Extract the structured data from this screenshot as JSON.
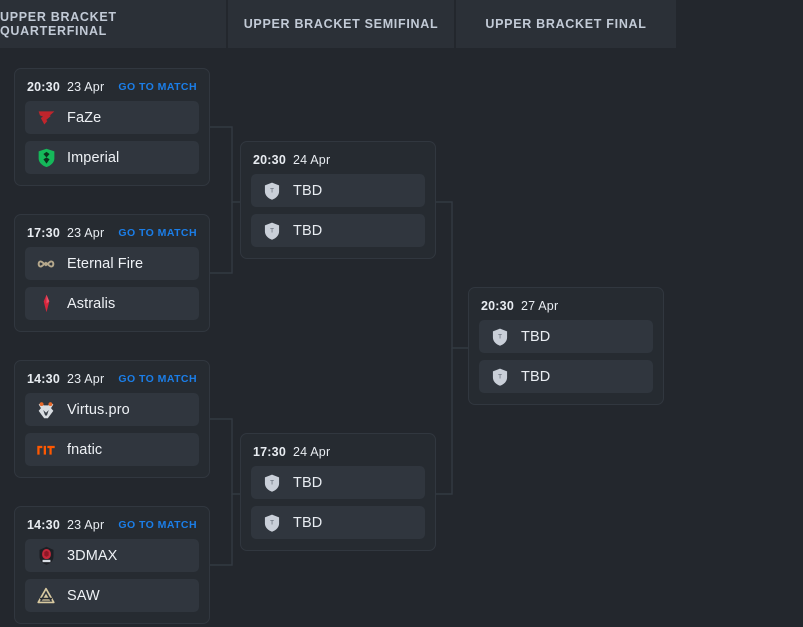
{
  "header": {
    "tabs": [
      {
        "label": "UPPER BRACKET QUARTERFINAL",
        "name": "tab-upper-bracket-quarterfinal"
      },
      {
        "label": "UPPER BRACKET SEMIFINAL",
        "name": "tab-upper-bracket-semifinal"
      },
      {
        "label": "UPPER BRACKET FINAL",
        "name": "tab-upper-bracket-final"
      }
    ]
  },
  "colors": {
    "page_background": "#23272d",
    "tab_background": "#2b3037",
    "card_background": "#262b31",
    "team_row_background": "#30363e",
    "link_blue": "#1b7ee8",
    "text_primary": "#eef1f5",
    "connector_line": "#31373f"
  },
  "link_label": "GO TO MATCH",
  "rounds": {
    "quarterfinal": {
      "matches": [
        {
          "time": "20:30",
          "date": "23 Apr",
          "link": "GO TO MATCH",
          "teams": [
            {
              "name": "FaZe",
              "logo": "faze-logo",
              "logo_color": "#c0252c"
            },
            {
              "name": "Imperial",
              "logo": "imperial-logo",
              "logo_color": "#15b85a"
            }
          ]
        },
        {
          "time": "17:30",
          "date": "23 Apr",
          "link": "GO TO MATCH",
          "teams": [
            {
              "name": "Eternal Fire",
              "logo": "eternal-fire-logo",
              "logo_color": "#b8a municipality"
            },
            {
              "name": "Astralis",
              "logo": "astralis-logo",
              "logo_color": "#d6263c"
            }
          ]
        },
        {
          "time": "14:30",
          "date": "23 Apr",
          "link": "GO TO MATCH",
          "teams": [
            {
              "name": "Virtus.pro",
              "logo": "virtus-pro-logo",
              "logo_color": "#e8692a"
            },
            {
              "name": "fnatic",
              "logo": "fnatic-logo",
              "logo_color": "#ff5800"
            }
          ]
        },
        {
          "time": "14:30",
          "date": "23 Apr",
          "link": "GO TO MATCH",
          "teams": [
            {
              "name": "3DMAX",
              "logo": "3dmax-logo",
              "logo_color": "#c2273a"
            },
            {
              "name": "SAW",
              "logo": "saw-logo",
              "logo_color": "#d8c9a0"
            }
          ]
        }
      ]
    },
    "semifinal": {
      "matches": [
        {
          "time": "20:30",
          "date": "24 Apr",
          "teams": [
            {
              "name": "TBD",
              "logo": "tbd-shield-icon"
            },
            {
              "name": "TBD",
              "logo": "tbd-shield-icon"
            }
          ]
        },
        {
          "time": "17:30",
          "date": "24 Apr",
          "teams": [
            {
              "name": "TBD",
              "logo": "tbd-shield-icon"
            },
            {
              "name": "TBD",
              "logo": "tbd-shield-icon"
            }
          ]
        }
      ]
    },
    "final": {
      "matches": [
        {
          "time": "20:30",
          "date": "27 Apr",
          "teams": [
            {
              "name": "TBD",
              "logo": "tbd-shield-icon"
            },
            {
              "name": "TBD",
              "logo": "tbd-shield-icon"
            }
          ]
        }
      ]
    }
  }
}
